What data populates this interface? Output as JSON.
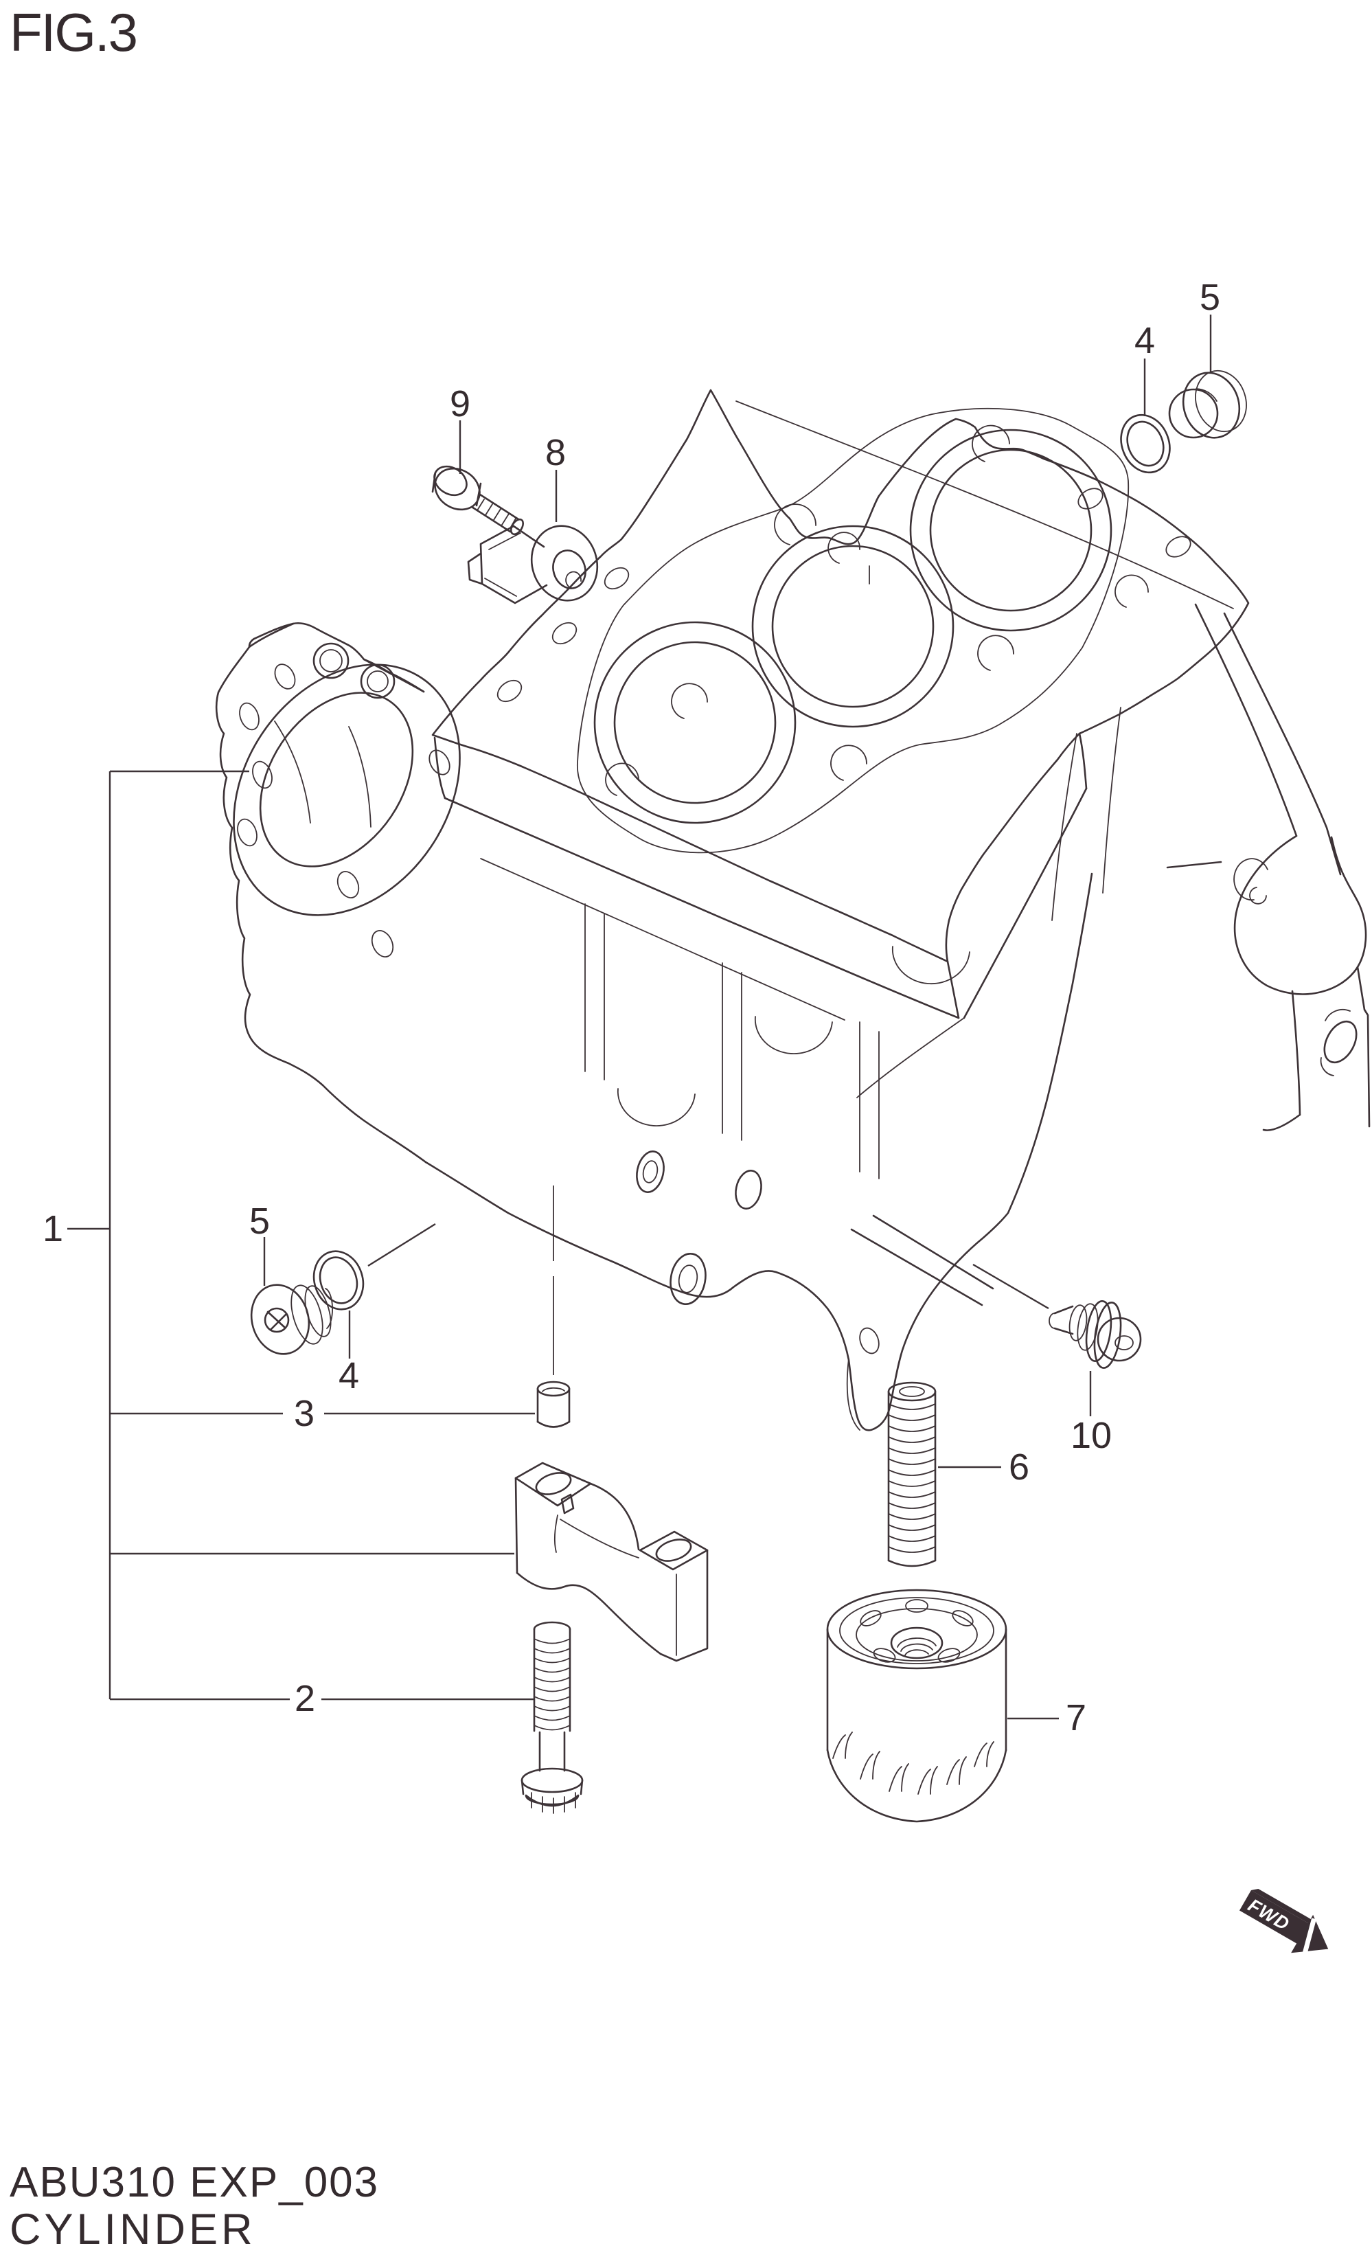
{
  "figure": {
    "title": "FIG.3"
  },
  "footer": {
    "code": "ABU310 EXP_003",
    "name": "CYLINDER"
  },
  "direction_indicator": {
    "label": "FWD"
  },
  "callouts": {
    "c1": "1",
    "c2": "2",
    "c3": "3",
    "c4": "4",
    "c5": "5",
    "c6": "6",
    "c7": "7",
    "c8": "8",
    "c9": "9",
    "c10": "10"
  },
  "colors": {
    "line": "#3d3337",
    "text": "#342b2e",
    "background": "#ffffff",
    "fwd_arrow_fill": "#3a2f34",
    "fwd_label_color": "#ffffff"
  }
}
